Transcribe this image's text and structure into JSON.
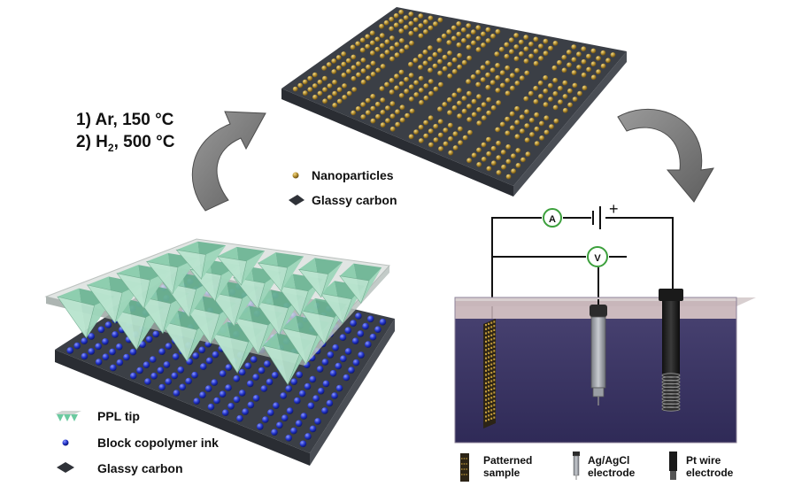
{
  "conditions": {
    "line1": "1) Ar, 150 °C",
    "line2_prefix": "2) H",
    "line2_sub": "2",
    "line2_suffix": ", 500 °C"
  },
  "top_legend": {
    "nanoparticles": "Nanoparticles",
    "glassy_carbon": "Glassy carbon"
  },
  "bottom_legend": {
    "ppl_tip": "PPL tip",
    "ink": "Block copolymer ink",
    "glassy_carbon": "Glassy carbon"
  },
  "cell_legend": {
    "patterned_line1": "Patterned",
    "patterned_line2": "sample",
    "ref_line1": "Ag/AgCl",
    "ref_line2": "electrode",
    "pt_line1": "Pt wire",
    "pt_line2": "electrode"
  },
  "circuit": {
    "ammeter": "A",
    "voltmeter": "V",
    "plus": "+"
  },
  "colors": {
    "substrate_top": "#3b3f46",
    "substrate_side": "#555a62",
    "nanoparticle": "#b08a2c",
    "ink": "#2233c8",
    "electrolyte": "#3a3466",
    "tip": "#8fd6b4",
    "arrow": "#7a7a7a"
  }
}
